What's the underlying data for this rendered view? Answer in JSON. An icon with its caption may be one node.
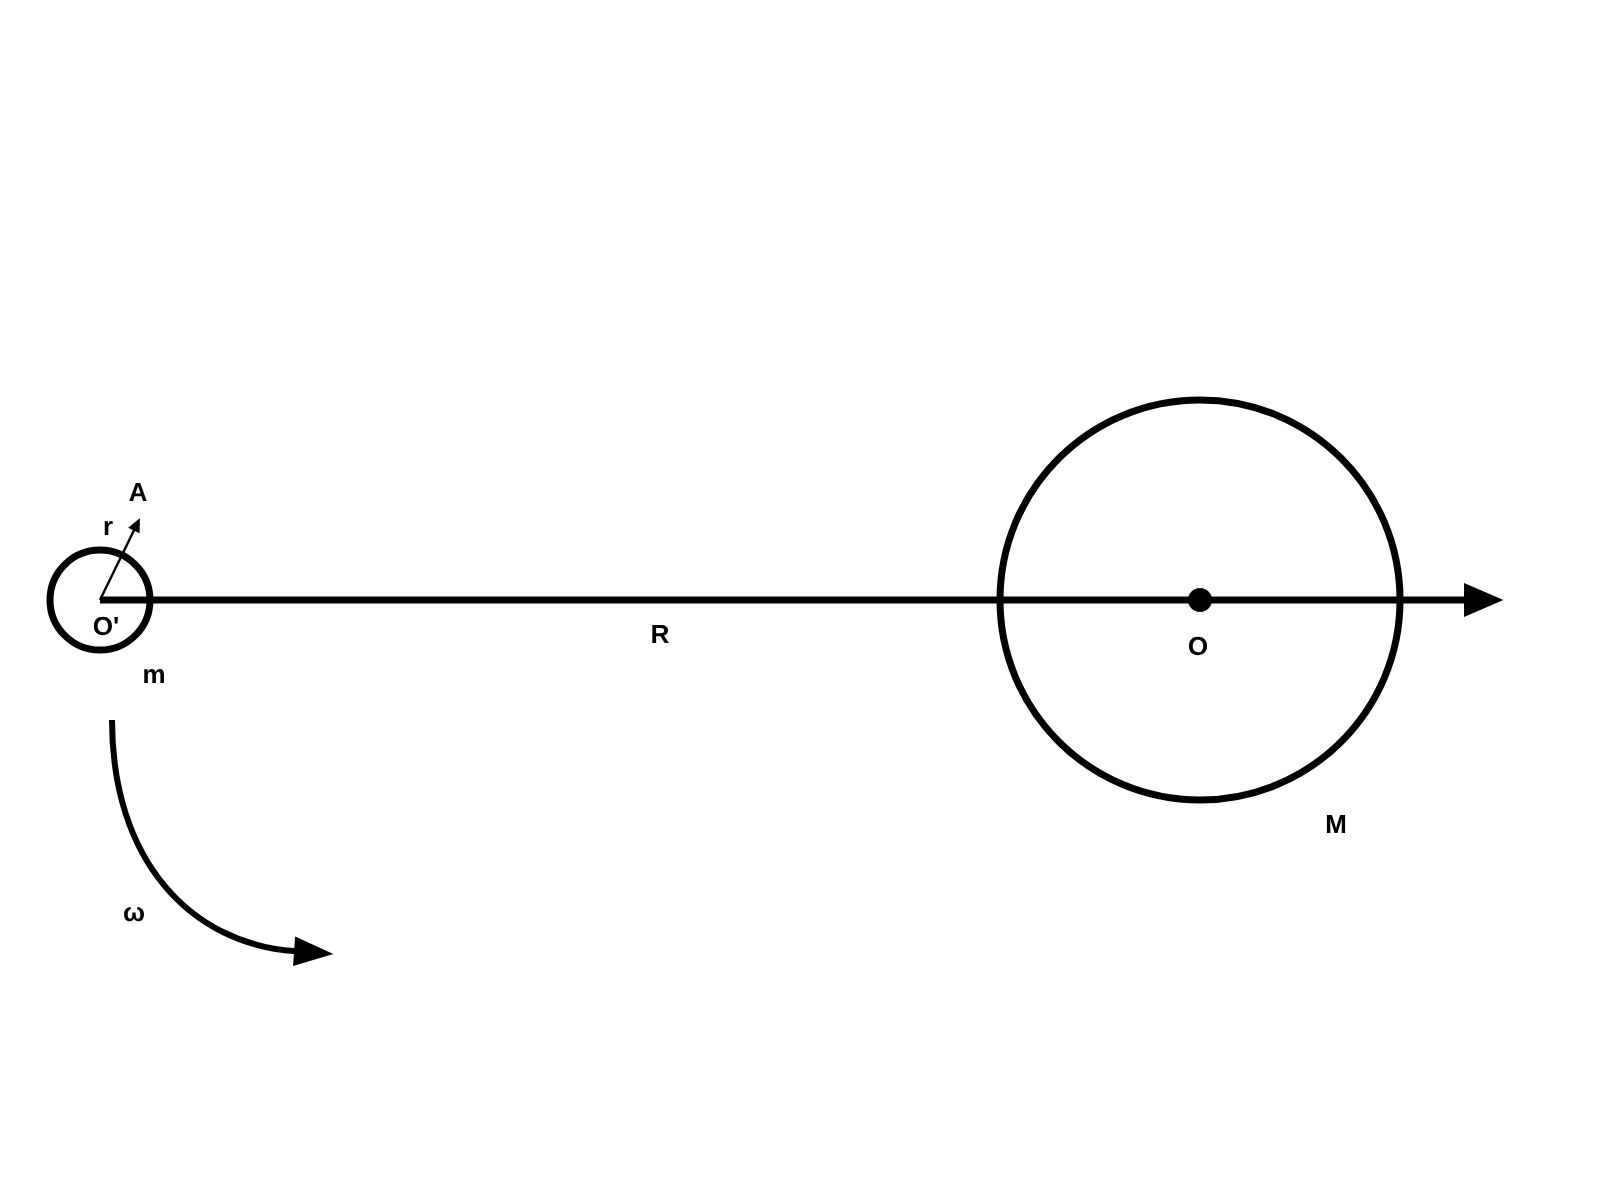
{
  "diagram": {
    "nodes": [
      {
        "text": [],
        "shape": "circle"
      },
      {
        "text": [],
        "shape": "circle"
      }
    ],
    "labels": [
      "A",
      "r",
      "O'",
      "m",
      "R",
      "O",
      "M",
      "ω"
    ]
  }
}
